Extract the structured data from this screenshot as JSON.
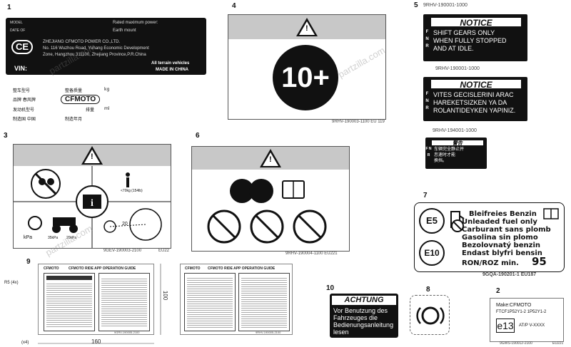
{
  "watermark": "partzilla.com",
  "callouts": [
    "1",
    "2",
    "3",
    "4",
    "5",
    "6",
    "7",
    "8",
    "9",
    "10"
  ],
  "label1": {
    "model": "MODEL",
    "date": "DATE OF",
    "rated_power": "Rated maximum power:",
    "earth": "Earth mount",
    "ce": "CE",
    "company": "ZHEJIANG CFMOTO POWER CO.,LTD.",
    "address1": "No. 116 Wuzhou Road, Yuhang Economic Development",
    "address2": "Zone, Hangzhou 311100, Zhejiang Province,P.R.China",
    "vin": "VIN:",
    "terrain": "All terrain vehicles",
    "made_in": "MADE IN CHINA",
    "cn_model": "整车型号",
    "cn_mass": "整备质量",
    "cn_kg": "kg",
    "cn_brand": "品牌 春风牌",
    "cn_logo": "CFMOTO",
    "cn_engine": "发动机型号",
    "cn_displacement": "排量",
    "cn_ml": "ml",
    "cn_maker": "制造国 中国",
    "cn_date": "制造年月"
  },
  "label2": {
    "make": "Make:CFMOTO",
    "line2": "FTCF1P52Y1-2      1P52Y1-2",
    "e13": "e13",
    "line3": "AT/P  V-XXXX",
    "code": "9GWS-190012-2100",
    "code2": "EU221"
  },
  "label3": {
    "weight": "<70kg (154lb)",
    "kpa": "kPa",
    "p1": "35kPa",
    "p2": "20kPa",
    "twenty": "20",
    "code": "9GEV-190003-2100",
    "code2": "EU22"
  },
  "label4": {
    "age": "10+",
    "code": "9RHV-190003-1100   EU 119"
  },
  "label5": {
    "code_top": "9RHV-190001-1000",
    "notice1": {
      "title": "NOTICE",
      "side": "F N R",
      "lines": [
        "SHIFT GEARS ONLY",
        "WHEN FULLY STOPPED",
        "AND AT IDLE."
      ]
    },
    "code_mid": "9RHV-190001-1000",
    "notice2": {
      "title": "NOTICE",
      "side": "F N R",
      "lines": [
        "VITES GECISLERINI ARAC",
        "HAREKETSIZKEN YA DA",
        "ROLANTIDEYKEN YAPINIZ."
      ]
    },
    "code_bot": "9RHV-194001-1000",
    "notice3": {
      "title": "警告",
      "side": "F N R",
      "lines": [
        "车辆完全静止并",
        "怠速时才能",
        "换挡。"
      ]
    }
  },
  "label6": {
    "code": "9RHV-190004-1100   EU221"
  },
  "label7": {
    "e5": "E5",
    "e10": "E10",
    "lines": [
      "Bleifreies Benzin",
      "Unleaded fuel only",
      "Carburant sans plomb",
      "Gasolina sin plomo",
      "Bezolovnatý benzin",
      "Endast blyfri bensin"
    ],
    "ron": "RON/ROZ min.",
    "octane": "95",
    "code": "9GQA-190201-1      EU187"
  },
  "label8": {
    "code": ""
  },
  "label9": {
    "brand": "CFMOTO",
    "title": "CFMOTO RIDE APP OPERATION GUIDE",
    "dim_w": "160",
    "dim_h": "100",
    "dim_r": "R5 (4x)",
    "dim_x": "(x4)",
    "code": "9GRV-190005-2100"
  },
  "label9b": {
    "brand": "CFMOTO",
    "title": "CFMOTO RIDE APP OPERATION GUIDE",
    "code": "9RHV-190005-2100"
  },
  "label10": {
    "title": "ACHTUNG",
    "lines": [
      "Vor Benutzung des",
      "Fahrzeuges die",
      "Bedienungsanleitung",
      "lesen"
    ]
  }
}
